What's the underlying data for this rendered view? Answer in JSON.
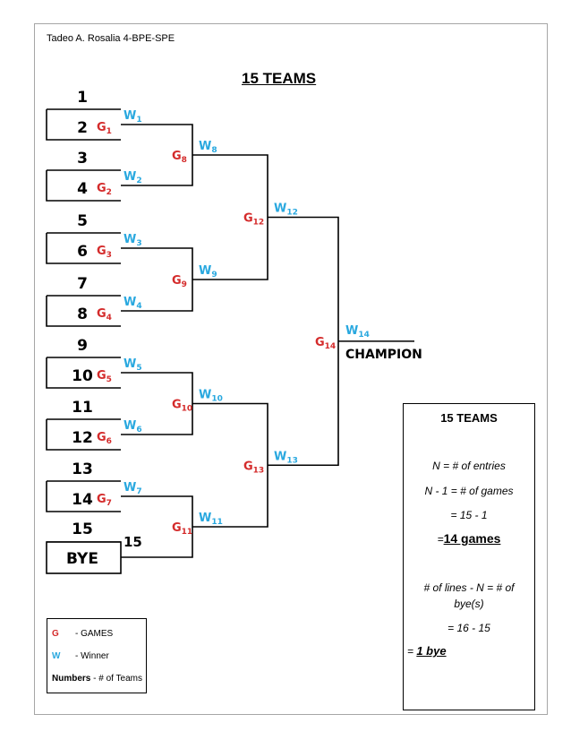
{
  "header": {
    "author": "Tadeo A. Rosalia 4-BPE-SPE",
    "title": "15 TEAMS"
  },
  "bracket": {
    "seeds": [
      "1",
      "2",
      "3",
      "4",
      "5",
      "6",
      "7",
      "8",
      "9",
      "10",
      "11",
      "12",
      "13",
      "14",
      "15"
    ],
    "bye_label": "BYE",
    "bye_seed": "15",
    "champion": "CHAMPION",
    "games": [
      "1",
      "2",
      "3",
      "4",
      "5",
      "6",
      "7",
      "8",
      "9",
      "10",
      "11",
      "12",
      "13",
      "14"
    ],
    "winners": [
      "1",
      "2",
      "3",
      "4",
      "5",
      "6",
      "7",
      "8",
      "9",
      "10",
      "11",
      "12",
      "13",
      "14"
    ],
    "game_letter": "G",
    "winner_letter": "W",
    "colors": {
      "game": "#d42b2b",
      "winner": "#29a8df",
      "line": "#000000"
    }
  },
  "formula": {
    "title": "15 TEAMS",
    "line1": "N = # of entries",
    "line2": "N - 1 = # of games",
    "line3": "= 15 - 1",
    "line4_prefix": "=",
    "line4_value": "14 games",
    "line5": "# of lines - N = # of",
    "line6": "bye(s)",
    "line7": "= 16 - 15",
    "line8_prefix": "= ",
    "line8_value": "1 bye"
  },
  "legend": {
    "g_key": "G",
    "g_desc": "- GAMES",
    "w_key": "W",
    "w_desc": "- Winner",
    "n_key": "Numbers",
    "n_desc": " - # of Teams"
  }
}
